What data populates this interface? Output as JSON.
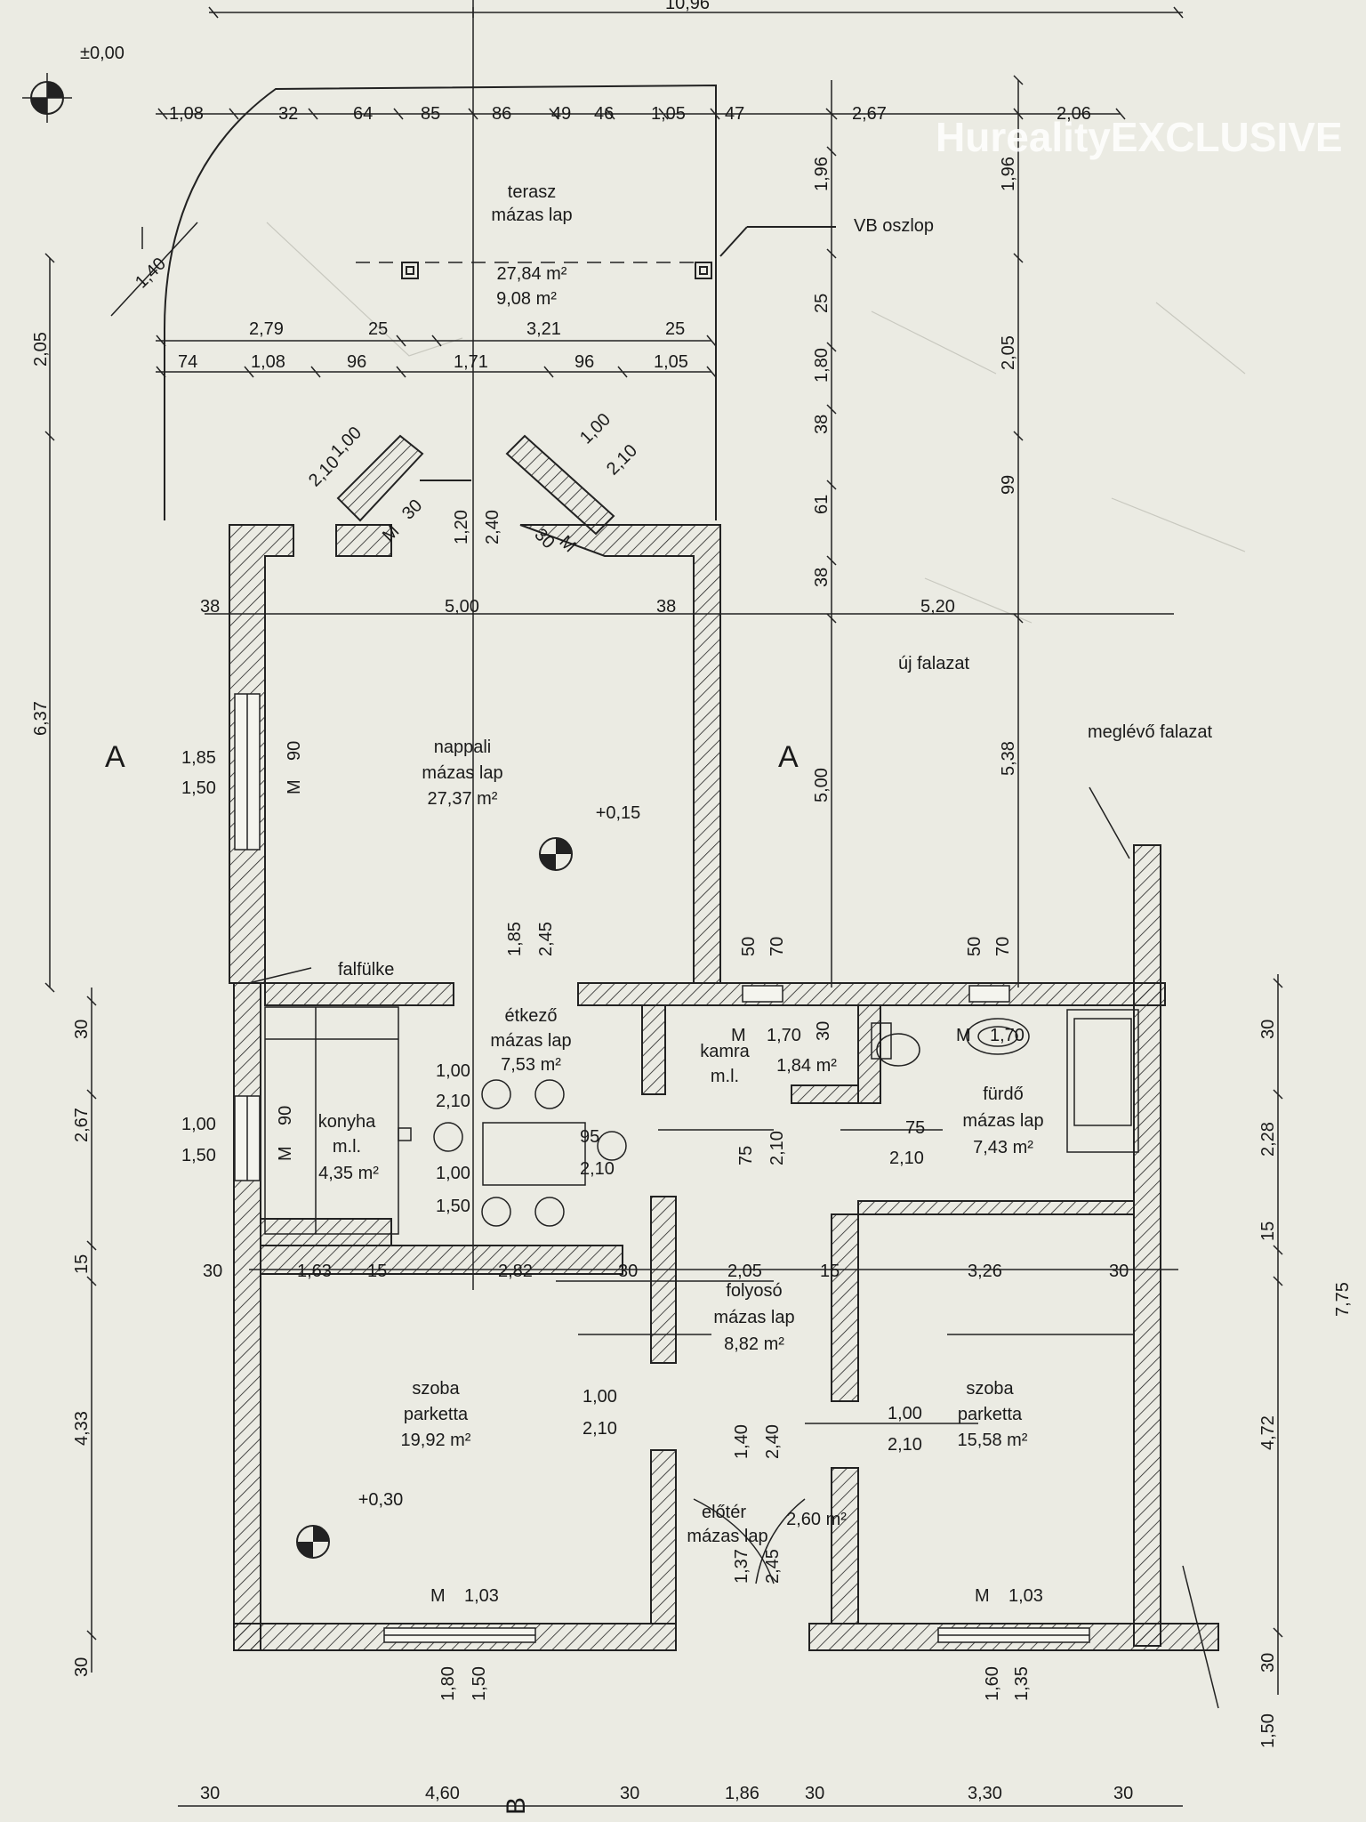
{
  "watermark": {
    "prefix": "Hu",
    "reality": "reality",
    "exclusive": "EXCLUSIVE"
  },
  "level_origin": "±0,00",
  "section_marks": {
    "a_left": "A",
    "a_right": "A",
    "b_bottom": "B"
  },
  "rooms": [
    {
      "id": "terasz",
      "name": "terasz",
      "finish": "mázas lap",
      "area": "27,84 m²",
      "area2": "9,08 m²"
    },
    {
      "id": "nappali",
      "name": "nappali",
      "finish": "mázas lap",
      "area": "27,37 m²",
      "level": "+0,15"
    },
    {
      "id": "etkezo",
      "name": "étkező",
      "finish": "mázas lap",
      "area": "7,53 m²"
    },
    {
      "id": "kamra",
      "name": "kamra",
      "finish": "m.l.",
      "area": "1,84 m²"
    },
    {
      "id": "furdo",
      "name": "fürdő",
      "finish": "mázas lap",
      "area": "7,43 m²"
    },
    {
      "id": "konyha",
      "name": "konyha",
      "finish": "m.l.",
      "area": "4,35 m²"
    },
    {
      "id": "folyoso",
      "name": "folyosó",
      "finish": "mázas lap",
      "area": "8,82 m²"
    },
    {
      "id": "szoba1",
      "name": "szoba",
      "finish": "parketta",
      "area": "19,92 m²",
      "level": "+0,30"
    },
    {
      "id": "szoba2",
      "name": "szoba",
      "finish": "parketta",
      "area": "15,58 m²"
    },
    {
      "id": "eloter",
      "name": "előtér",
      "finish": "mázas lap",
      "area": "2,60 m²"
    }
  ],
  "callouts": {
    "vb": "VB oszlop",
    "uj": "új falazat",
    "meglevo": "meglévő falazat",
    "falfulke": "falfülke"
  },
  "dims": {
    "top_total": "10,96",
    "top_row": [
      "1,08",
      "32",
      "64",
      "85",
      "86",
      "49",
      "46",
      "1,05",
      "47",
      "2,67",
      "2,06"
    ],
    "row2": [
      "2,79",
      "25",
      "3,21",
      "25"
    ],
    "row3": [
      "74",
      "1,08",
      "96",
      "1,71",
      "96",
      "1,05"
    ],
    "diag": "1,40",
    "right_v1": [
      "1,96",
      "25",
      "1,80",
      "38",
      "61",
      "38",
      "5,00"
    ],
    "right_v2": [
      "1,96",
      "2,05",
      "99",
      "5,38"
    ],
    "left_v": [
      "2,05",
      "6,37"
    ],
    "door_left": [
      "1,00",
      "2,10",
      "30",
      "M"
    ],
    "door_right": [
      "1,00",
      "2,10",
      "30",
      "M"
    ],
    "door_mid": [
      "1,20",
      "2,40"
    ],
    "living_row": [
      "38",
      "5,00",
      "38",
      "5,20"
    ],
    "win_left": [
      "1,85",
      "1,50",
      "90",
      "M"
    ],
    "living_v": [
      "1,85",
      "2,45"
    ],
    "niche": [
      "50",
      "70",
      "50",
      "70"
    ],
    "far_right_v": [
      "30",
      "2,28",
      "15",
      "4,72",
      "30",
      "1,50",
      "7,75"
    ],
    "far_left_v": [
      "30",
      "2,67",
      "15",
      "4,33",
      "30"
    ],
    "kitchen_win": [
      "1,00",
      "1,50",
      "90",
      "M"
    ],
    "etk_door": [
      "1,00",
      "2,10",
      "1,00",
      "1,50",
      "95",
      "2,10"
    ],
    "kamra_dims": [
      "M",
      "1,70",
      "30",
      "75",
      "2,10"
    ],
    "furdo_dims": [
      "M",
      "1,70",
      "75",
      "2,10"
    ],
    "corr_row": [
      "30",
      "1,63",
      "15",
      "2,82",
      "30",
      "2,05",
      "15",
      "3,26",
      "30"
    ],
    "room_doors": [
      "1,00",
      "2,10",
      "1,00",
      "2,10",
      "1,40",
      "2,40"
    ],
    "bottom_win": [
      "M",
      "1,03",
      "M",
      "1,03"
    ],
    "entry": [
      "1,37",
      "2,45"
    ],
    "bottom_v": [
      "1,80",
      "1,50",
      "1,60",
      "1,35"
    ],
    "bottom_row": [
      "30",
      "4,60",
      "30",
      "1,86",
      "30",
      "3,30",
      "30"
    ]
  }
}
